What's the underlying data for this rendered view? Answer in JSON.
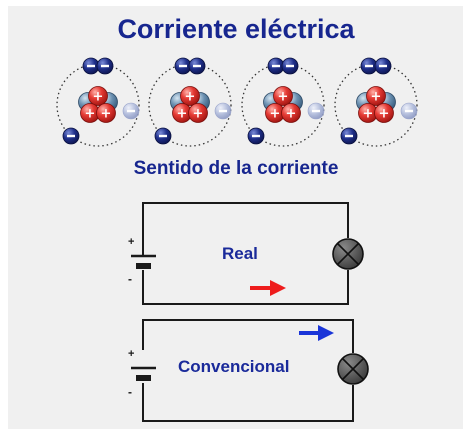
{
  "title": "Corriente eléctrica",
  "subtitle": "Sentido de la corriente",
  "atoms": {
    "count": 4,
    "electron_sign": "–",
    "proton_sign": "+",
    "colors": {
      "electron": "#1f2f8a",
      "proton": "#e53a34",
      "neutron": "#6a8fb0",
      "faded_electron": "#a9b5d8"
    }
  },
  "circuits": [
    {
      "label": "Real",
      "arrow_color": "#ee1c1c",
      "battery_plus": "+",
      "battery_minus": "-"
    },
    {
      "label": "Convencional",
      "arrow_color": "#1a35d8",
      "battery_plus": "+",
      "battery_minus": "-"
    }
  ]
}
